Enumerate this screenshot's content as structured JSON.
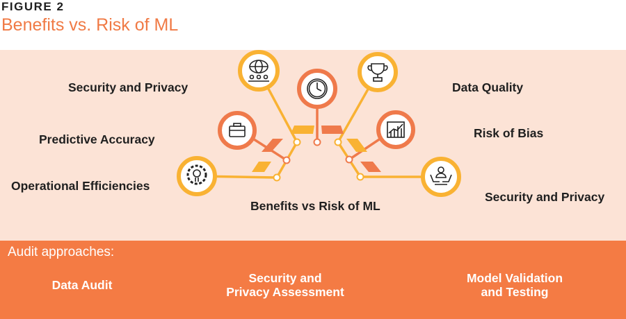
{
  "figure": {
    "label": "FIGURE 2",
    "title": "Benefits vs. Risk of ML"
  },
  "benefits": [
    {
      "label": "Security and Privacy",
      "icon": "globe-network-icon"
    },
    {
      "label": "Predictive Accuracy",
      "icon": "briefcase-icon"
    },
    {
      "label": "Operational Efficiencies",
      "icon": "gear-lightbulb-icon"
    }
  ],
  "center": {
    "label": "Benefits vs Risk of ML",
    "icon": "clock-icon"
  },
  "risks": [
    {
      "label": "Data Quality",
      "icon": "trophy-icon"
    },
    {
      "label": "Risk of Bias",
      "icon": "bar-chart-icon"
    },
    {
      "label": "Security and Privacy",
      "icon": "hands-person-icon"
    }
  ],
  "audit": {
    "heading": "Audit approaches:",
    "items": [
      {
        "line1": "Data Audit",
        "line2": ""
      },
      {
        "line1": "Security and",
        "line2": "Privacy Assessment"
      },
      {
        "line1": "Model Validation",
        "line2": "and Testing"
      }
    ]
  },
  "colors": {
    "panel": "#fce3d6",
    "audit_band": "#f47b44",
    "title": "#f07a45",
    "ring_yellow": "#f9b233",
    "ring_orange": "#ef7a4b"
  }
}
